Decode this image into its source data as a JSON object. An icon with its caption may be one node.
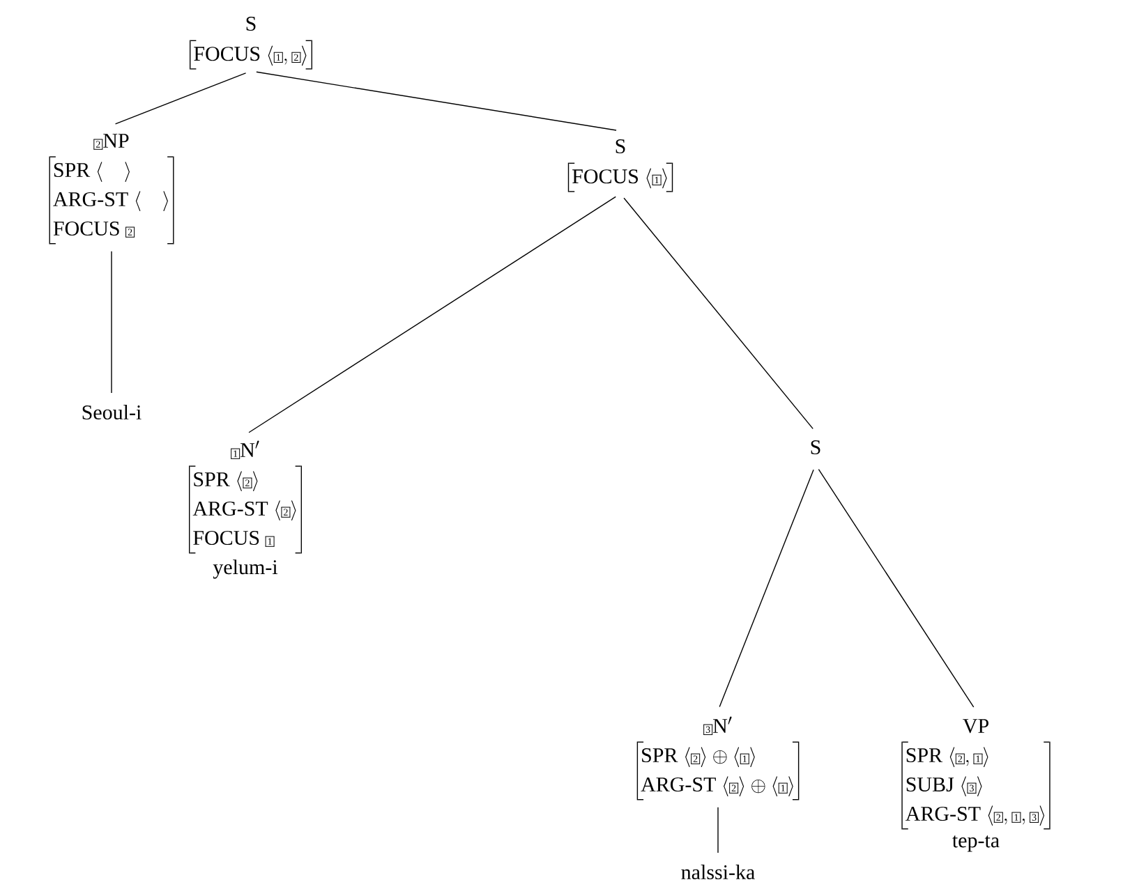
{
  "diagram": {
    "nodes": [
      {
        "text": [
          "S",
          "\\mbox{FOCUS}\\ \\langle\\fbox{\\scriptsize 1}, \\fbox{\\scriptsize 2}\\rangle"
        ]
      },
      {
        "text": [
          "\\fbox{\\scriptsize 2}\\mbox{NP}",
          "\\mbox{SPR}\\ \\langle\\quad\\rangle",
          "\\mbox{ARG-ST}\\ \\langle\\quad\\rangle",
          "\\mbox{FOCUS}\\ \\fbox{\\scriptsize 2}"
        ]
      },
      {
        "text": [
          "Seoul-i"
        ]
      },
      {
        "text": [
          "S",
          "\\mbox{FOCUS}\\ \\langle\\fbox{\\scriptsize 1}\\rangle"
        ]
      },
      {
        "text": [
          "\\fbox{\\scriptsize 1}\\mbox{N}'",
          "\\mbox{SPR}\\ \\langle\\fbox{\\scriptsize 2}\\rangle",
          "\\mbox{ARG-ST}\\ \\langle\\fbox{\\scriptsize 2}\\rangle",
          "\\mbox{FOCUS}\\ \\fbox{\\scriptsize 1}"
        ],
        "beside": [
          "yelum-i"
        ]
      },
      {
        "text": [
          "S"
        ]
      },
      {
        "text": [
          "\\fbox{\\scriptsize 3}\\mbox{N}'",
          "\\mbox{SPR}\\ \\langle\\fbox{\\scriptsize 2}\\rangle \\oplus\\langle\\fbox{\\scriptsize 1}\\rangle",
          "\\mbox{ARG-ST}\\ \\langle\\fbox{\\scriptsize 2}\\rangle \\oplus\\langle\\fbox{\\scriptsize 1}\\rangle"
        ]
      },
      {
        "text": [
          "nalssi-ka"
        ]
      },
      {
        "text": [
          "VP",
          "\\mbox{SPR}\\ \\langle\\fbox{\\scriptsize 2}, \\fbox{\\scriptsize 1}\\rangle",
          "\\mbox{SUBJ}\\ \\langle\\fbox{\\scriptsize 3}\\rangle",
          "\\mbox{ARG-ST}\\ \\langle\\fbox{\\scriptsize 2}, \\fbox{\\scriptsize 1}, \\fbox{\\scriptsize 3}\\rangle"
        ],
        "beside": [
          "tep-ta"
        ]
      }
    ],
    "edges": [
      {
        "from": 0,
        "to": 1,
        "arrow": "none"
      },
      {
        "from": 0,
        "to": 3,
        "arrow": "none"
      },
      {
        "from": 1,
        "to": 2,
        "arrow": "none"
      },
      {
        "from": 3,
        "to": 4,
        "arrow": "none"
      },
      {
        "from": 3,
        "to": 5,
        "arrow": "none"
      },
      {
        "from": 5,
        "to": 6,
        "arrow": "none"
      },
      {
        "from": 5,
        "to": 8,
        "arrow": "none"
      },
      {
        "from": 6,
        "to": 7,
        "arrow": "none"
      }
    ]
  }
}
